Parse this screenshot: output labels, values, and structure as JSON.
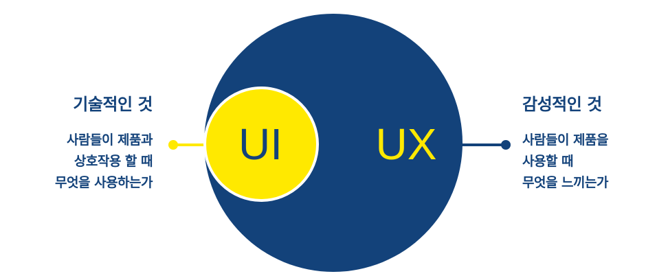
{
  "colors": {
    "ux_circle": "#13427a",
    "ui_circle": "#ffe900",
    "ui_label": "#13427a",
    "ux_label": "#ffe900",
    "text": "#13427a",
    "left_connector": "#ffe900",
    "right_connector": "#13427a"
  },
  "ui": {
    "label": "UI",
    "heading": "기술적인 것",
    "description": [
      "사람들이 제품과",
      "상호작용 할 때",
      "무엇을 사용하는가"
    ]
  },
  "ux": {
    "label": "UX",
    "heading": "감성적인 것",
    "description": [
      "사람들이 제품을",
      "사용할 때",
      "무엇을 느끼는가"
    ]
  }
}
